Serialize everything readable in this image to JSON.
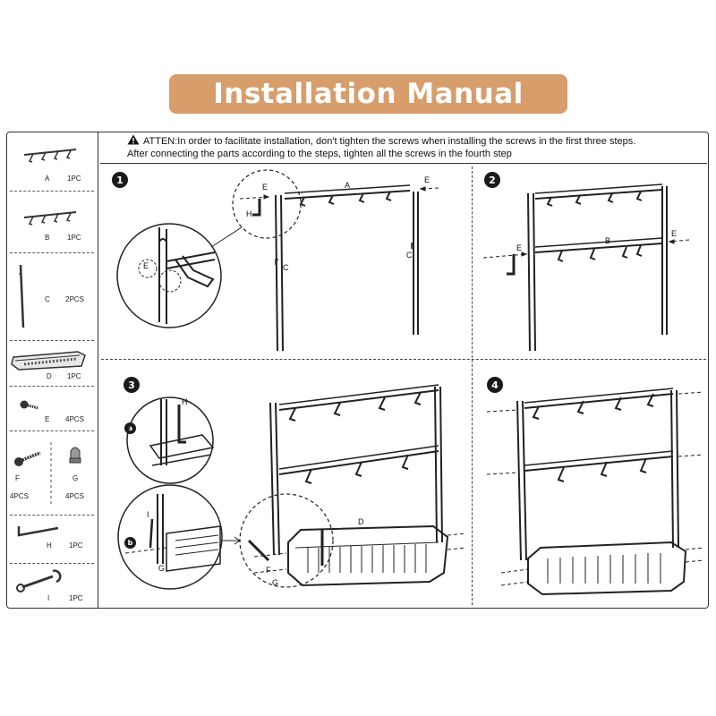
{
  "title": "Installation Manual",
  "notice": {
    "line1": "ATTEN:In order to facilitate installation, don't tighten the screws when installing the screws in the first three steps.",
    "line2": "After connecting the parts according to the steps, tighten all the screws in the fourth step"
  },
  "parts": [
    {
      "letter": "A",
      "qty": "1PC",
      "icon": "hook-bar-icon"
    },
    {
      "letter": "B",
      "qty": "1PC",
      "icon": "hook-bar-icon"
    },
    {
      "letter": "C",
      "qty": "2PCS",
      "icon": "upright-pole-icon"
    },
    {
      "letter": "D",
      "qty": "1PC",
      "icon": "base-tray-icon"
    },
    {
      "letter": "E",
      "qty": "4PCS",
      "icon": "short-screw-icon"
    },
    {
      "letter": "F",
      "qty": "4PCS",
      "icon": "long-screw-icon"
    },
    {
      "letter": "G",
      "qty": "4PCS",
      "icon": "cap-nut-icon"
    },
    {
      "letter": "H",
      "qty": "1PC",
      "icon": "hex-key-icon"
    },
    {
      "letter": "I",
      "qty": "1PC",
      "icon": "wrench-icon"
    }
  ],
  "steps": [
    {
      "num": "1",
      "labels": {
        "e1": "E",
        "h": "H",
        "a": "A",
        "e2": "E",
        "c1": "C",
        "c2": "C",
        "e_zoom": "E"
      }
    },
    {
      "num": "2",
      "labels": {
        "e1": "E",
        "b": "B",
        "e2": "E"
      }
    },
    {
      "num": "3",
      "labels": {
        "sub_a": "a",
        "sub_b": "b",
        "h": "H",
        "i": "I",
        "g1": "G",
        "d": "D",
        "f": "F",
        "g2": "G"
      }
    },
    {
      "num": "4"
    }
  ],
  "colors": {
    "banner": "#d79d6a",
    "ink": "#1a1a1a"
  }
}
